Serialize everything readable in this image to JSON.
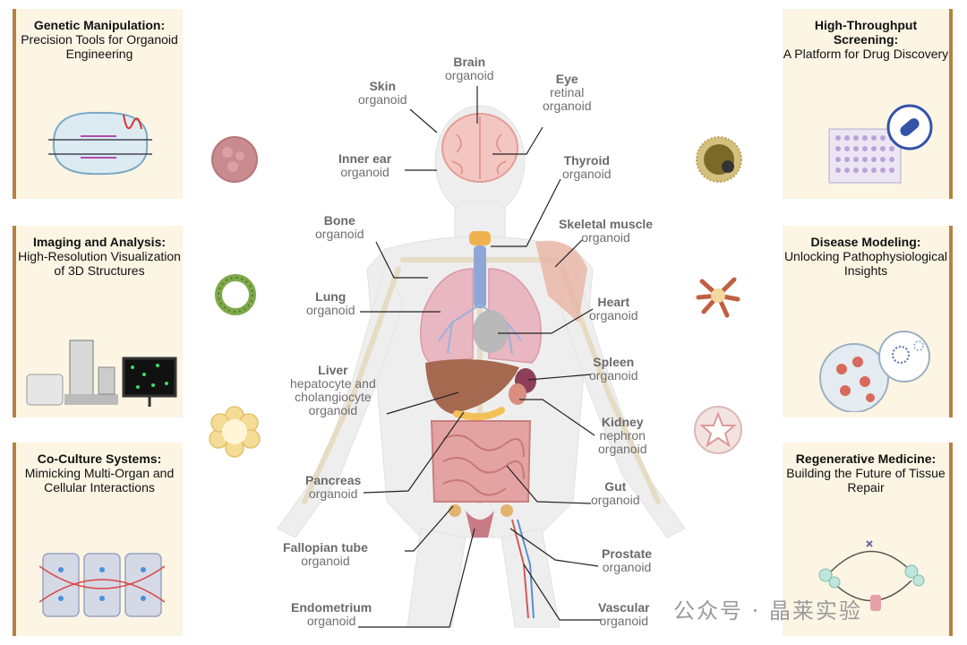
{
  "panels": {
    "genetic": {
      "title": "Genetic Manipulation:",
      "subtitle": "Precision Tools for Organoid Engineering"
    },
    "imaging": {
      "title": "Imaging and Analysis:",
      "subtitle": "High-Resolution Visualization of 3D Structures"
    },
    "coculture": {
      "title": "Co-Culture Systems:",
      "subtitle": "Mimicking Multi-Organ and Cellular Interactions"
    },
    "screening": {
      "title": "High-Throughput Screening:",
      "subtitle": "A Platform for Drug Discovery"
    },
    "disease": {
      "title": "Disease Modeling:",
      "subtitle": "Unlocking Pathophysiological Insights"
    },
    "regenerative": {
      "title": "Regenerative Medicine:",
      "subtitle": "Building the Future of Tissue Repair"
    }
  },
  "organoids": {
    "brain": {
      "name": "Brain",
      "detail": "organoid"
    },
    "skin": {
      "name": "Skin",
      "detail": "organoid"
    },
    "eye": {
      "name": "Eye",
      "detail1": "retinal",
      "detail2": "organoid"
    },
    "inner_ear": {
      "name": "Inner ear",
      "detail": "organoid"
    },
    "thyroid": {
      "name": "Thyroid",
      "detail": "organoid"
    },
    "bone": {
      "name": "Bone",
      "detail": "organoid"
    },
    "skeletal_muscle": {
      "name": "Skeletal muscle",
      "detail": "organoid"
    },
    "lung": {
      "name": "Lung",
      "detail": "organoid"
    },
    "heart": {
      "name": "Heart",
      "detail": "organoid"
    },
    "liver": {
      "name": "Liver",
      "detail1": "hepatocyte and",
      "detail2": "cholangiocyte",
      "detail3": "organoid"
    },
    "spleen": {
      "name": "Spleen",
      "detail": "organoid"
    },
    "kidney": {
      "name": "Kidney",
      "detail1": "nephron",
      "detail2": "organoid"
    },
    "pancreas": {
      "name": "Pancreas",
      "detail": "organoid"
    },
    "gut": {
      "name": "Gut",
      "detail": "organoid"
    },
    "fallopian": {
      "name": "Fallopian tube",
      "detail": "organoid"
    },
    "prostate": {
      "name": "Prostate",
      "detail": "organoid"
    },
    "endometrium": {
      "name": "Endometrium",
      "detail": "organoid"
    },
    "vascular": {
      "name": "Vascular",
      "detail": "organoid"
    }
  },
  "watermark": "公众号 · 晶莱实验",
  "colors": {
    "panel_bg": "#fcf5e4",
    "panel_border": "#b5833f",
    "label": "#6f6f6f",
    "body": "#efefef"
  }
}
